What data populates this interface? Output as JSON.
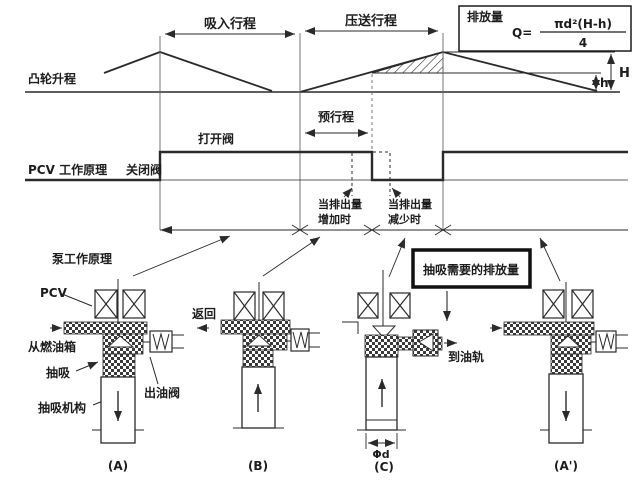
{
  "colors": {
    "line": "#2a2a2a",
    "bold_frame": "#111111",
    "background": "#ffffff"
  },
  "formula": {
    "title": "排放量",
    "q": "Q=",
    "numerator": "πd²(H-h)",
    "denominator": "4"
  },
  "cam": {
    "axis_label": "凸轮升程",
    "intake": "吸入行程",
    "delivery": "压送行程",
    "big_h": "H",
    "small_h": "h"
  },
  "pcv": {
    "label": "PCV 工作原理",
    "closed": "关闭阀",
    "open": "打开阀",
    "prestroke": "预行程",
    "increase_l1": "当排出量",
    "increase_l2": "增加时",
    "decrease_l1": "当排出量",
    "decrease_l2": "减少时"
  },
  "pump": {
    "section_label": "泵工作原理",
    "pcv": "PCV",
    "from_tank": "从燃油箱",
    "suction": "抽吸",
    "outlet_valve": "出油阀",
    "suction_mech": "抽吸机构",
    "return_label": "返回",
    "to_rail": "到油轨",
    "required": "抽吸需要的排放量",
    "bore": "Φd",
    "cap_a": "(A)",
    "cap_b": "(B)",
    "cap_c": "(C)",
    "cap_a2": "(A')"
  }
}
